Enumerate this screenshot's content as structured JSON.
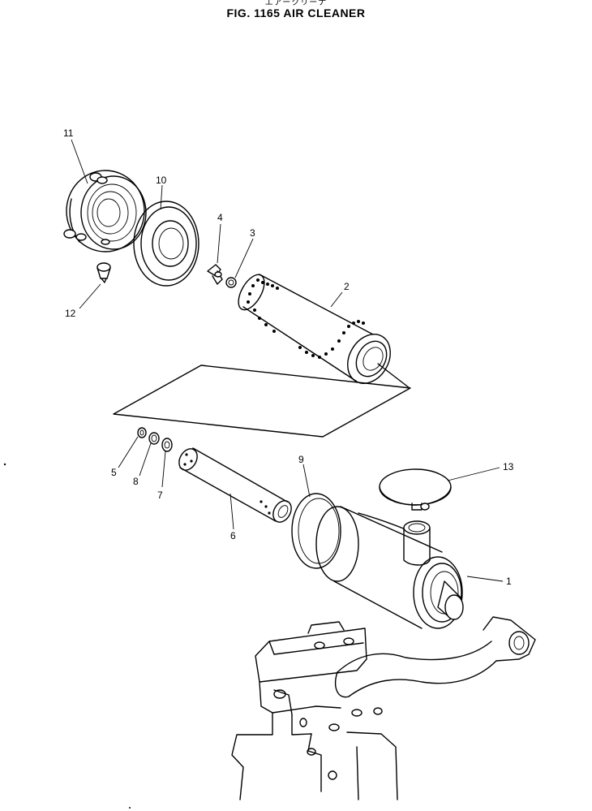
{
  "header": {
    "japanese_title": "エアークリーナ",
    "figure_title": "FIG. 1165   AIR  CLEANER"
  },
  "callouts": [
    {
      "id": "1",
      "label": "1"
    },
    {
      "id": "2",
      "label": "2"
    },
    {
      "id": "3",
      "label": "3"
    },
    {
      "id": "4",
      "label": "4"
    },
    {
      "id": "5",
      "label": "5"
    },
    {
      "id": "6",
      "label": "6"
    },
    {
      "id": "7",
      "label": "7"
    },
    {
      "id": "8",
      "label": "8"
    },
    {
      "id": "9",
      "label": "9"
    },
    {
      "id": "10",
      "label": "10"
    },
    {
      "id": "11",
      "label": "11"
    },
    {
      "id": "12",
      "label": "12"
    },
    {
      "id": "13",
      "label": "13"
    }
  ]
}
